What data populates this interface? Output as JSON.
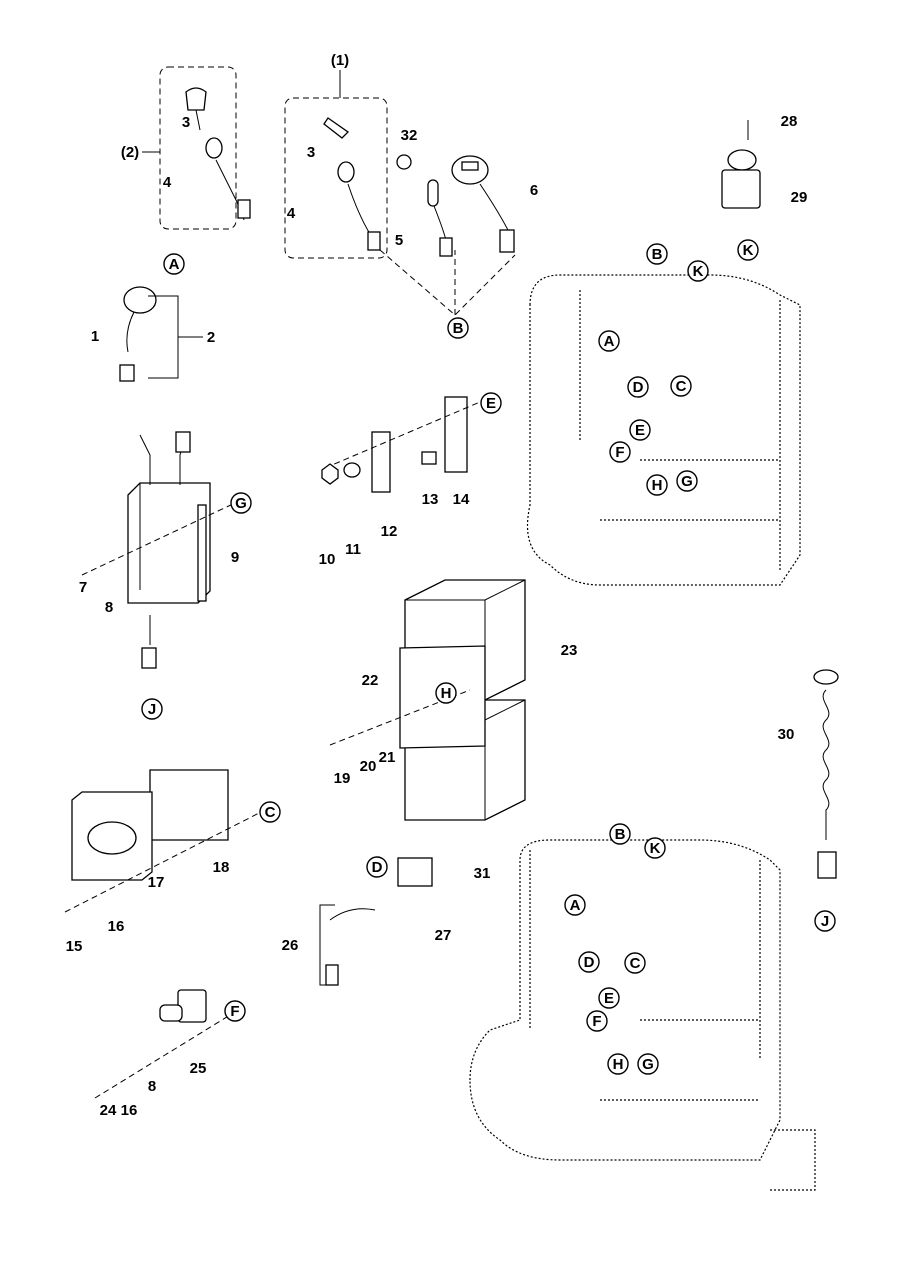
{
  "diagram": {
    "type": "exploded parts diagram",
    "callouts": [
      {
        "text": "(1)",
        "circled": false
      },
      {
        "text": "(2)",
        "circled": false
      },
      {
        "text": "3",
        "circled": false
      },
      {
        "text": "4",
        "circled": false
      },
      {
        "text": "3",
        "circled": false
      },
      {
        "text": "4",
        "circled": false
      },
      {
        "text": "32",
        "circled": false
      },
      {
        "text": "6",
        "circled": false
      },
      {
        "text": "5",
        "circled": false
      },
      {
        "text": "B",
        "circled": true
      },
      {
        "text": "A",
        "circled": true
      },
      {
        "text": "1",
        "circled": false
      },
      {
        "text": "2",
        "circled": false
      },
      {
        "text": "28",
        "circled": false
      },
      {
        "text": "29",
        "circled": false
      },
      {
        "text": "K",
        "circled": true
      },
      {
        "text": "B",
        "circled": true
      },
      {
        "text": "K",
        "circled": true
      },
      {
        "text": "A",
        "circled": true
      },
      {
        "text": "D",
        "circled": true
      },
      {
        "text": "C",
        "circled": true
      },
      {
        "text": "E",
        "circled": true
      },
      {
        "text": "F",
        "circled": true
      },
      {
        "text": "H",
        "circled": true
      },
      {
        "text": "G",
        "circled": true
      },
      {
        "text": "E",
        "circled": true
      },
      {
        "text": "12",
        "circled": false
      },
      {
        "text": "13",
        "circled": false
      },
      {
        "text": "14",
        "circled": false
      },
      {
        "text": "10",
        "circled": false
      },
      {
        "text": "11",
        "circled": false
      },
      {
        "text": "G",
        "circled": true
      },
      {
        "text": "9",
        "circled": false
      },
      {
        "text": "7",
        "circled": false
      },
      {
        "text": "8",
        "circled": false
      },
      {
        "text": "J",
        "circled": true
      },
      {
        "text": "23",
        "circled": false
      },
      {
        "text": "22",
        "circled": false
      },
      {
        "text": "H",
        "circled": true
      },
      {
        "text": "19",
        "circled": false
      },
      {
        "text": "20",
        "circled": false
      },
      {
        "text": "21",
        "circled": false
      },
      {
        "text": "C",
        "circled": true
      },
      {
        "text": "18",
        "circled": false
      },
      {
        "text": "17",
        "circled": false
      },
      {
        "text": "16",
        "circled": false
      },
      {
        "text": "15",
        "circled": false
      },
      {
        "text": "30",
        "circled": false
      },
      {
        "text": "J",
        "circled": true
      },
      {
        "text": "D",
        "circled": true
      },
      {
        "text": "31",
        "circled": false
      },
      {
        "text": "27",
        "circled": false
      },
      {
        "text": "26",
        "circled": false
      },
      {
        "text": "F",
        "circled": true
      },
      {
        "text": "25",
        "circled": false
      },
      {
        "text": "24",
        "circled": false
      },
      {
        "text": "16",
        "circled": false
      },
      {
        "text": "8",
        "circled": false
      },
      {
        "text": "B",
        "circled": true
      },
      {
        "text": "K",
        "circled": true
      },
      {
        "text": "A",
        "circled": true
      },
      {
        "text": "D",
        "circled": true
      },
      {
        "text": "C",
        "circled": true
      },
      {
        "text": "E",
        "circled": true
      },
      {
        "text": "F",
        "circled": true
      },
      {
        "text": "H",
        "circled": true
      },
      {
        "text": "G",
        "circled": true
      }
    ]
  }
}
